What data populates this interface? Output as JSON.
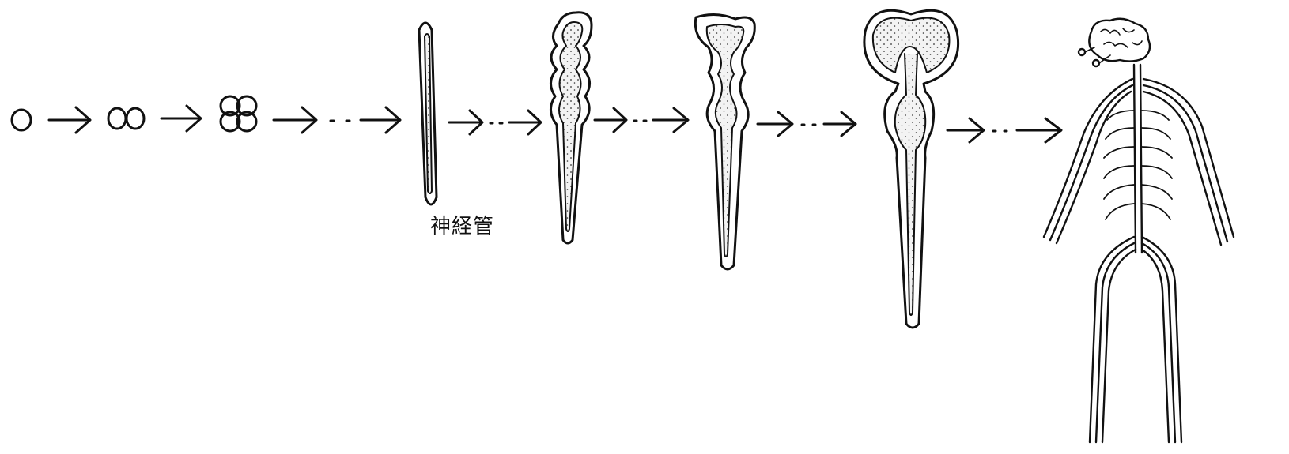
{
  "diagram": {
    "stages": [
      {
        "id": "cell-1"
      },
      {
        "id": "cell-2"
      },
      {
        "id": "cell-4"
      },
      {
        "id": "neural-tube"
      },
      {
        "id": "vesicles-early"
      },
      {
        "id": "vesicles-mid"
      },
      {
        "id": "brain-vesicles-late"
      },
      {
        "id": "nervous-system"
      }
    ],
    "neural_tube_label": "神経管",
    "colors": {
      "line": "#111111",
      "background": "#ffffff"
    }
  }
}
